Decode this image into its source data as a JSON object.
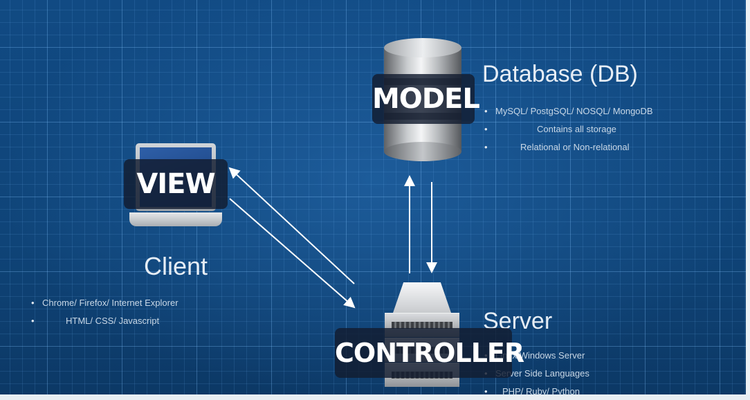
{
  "model": {
    "badge": "MODEL",
    "title": "Database (DB)",
    "bullets": [
      "MySQL/ PostgSQL/ NOSQL/ MongoDB",
      "Contains all storage",
      "Relational or Non-relational"
    ]
  },
  "view": {
    "badge": "VIEW",
    "title": "Client",
    "bullets": [
      "Chrome/ Firefox/ Internet Explorer",
      "HTML/ CSS/ Javascript"
    ]
  },
  "controller": {
    "badge": "CONTROLLER",
    "title": "Server",
    "bullets": [
      "Linux/Windows Server",
      "Server Side Languages",
      "PHP/ Ruby/ Python"
    ]
  },
  "colors": {
    "background": "#114a83",
    "arrow": "#ffffff",
    "badge": "#121c30"
  },
  "icons": [
    "laptop-icon",
    "database-icon",
    "server-icon"
  ]
}
